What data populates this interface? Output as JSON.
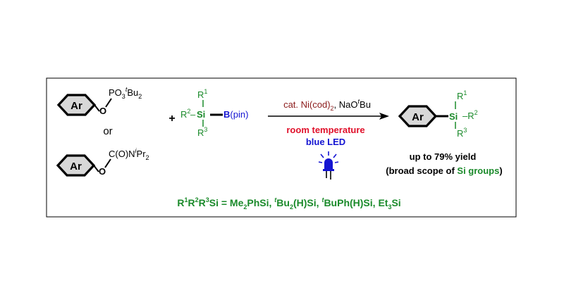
{
  "scheme": {
    "substrate_ring_label": "Ar",
    "phosphate_oxygen": "O",
    "phosphate_group": {
      "base": "PO",
      "sub3": "3",
      "sup_t": "t",
      "bu": "Bu",
      "sub2": "2"
    },
    "or_label": "or",
    "carbamate_oxygen": "O",
    "carbamate_group": {
      "base": "C(O)N",
      "sup_i": "i",
      "pr": "Pr",
      "sub2": "2"
    },
    "plus_sign": "+",
    "silylborane": {
      "r1": "R",
      "r1_sup": "1",
      "r2": "R",
      "r2_sup": "2",
      "r3": "R",
      "r3_sup": "3",
      "si": "Si",
      "dash": "–",
      "b": "B",
      "pin": "(pin)"
    },
    "conditions": {
      "catalyst_prefix": "cat. Ni(cod)",
      "catalyst_sub": "2",
      "base_text": ", NaO",
      "base_sup": "t",
      "base_bu": "Bu",
      "temperature": "room temperature",
      "light": "blue LED"
    },
    "product": {
      "ring_label": "Ar",
      "si": "Si",
      "r1": "R",
      "r1_sup": "1",
      "r2": "–R",
      "r2_sup": "2",
      "r3": "R",
      "r3_sup": "3"
    },
    "yield_text": "up to 79% yield",
    "scope_prefix": "(broad scope of ",
    "scope_si": "Si groups",
    "scope_suffix": ")",
    "footer": {
      "lhs_r1": "R",
      "s1": "1",
      "lhs_r2": "R",
      "s2": "2",
      "lhs_r3": "R",
      "s3": "3",
      "lhs_si": "Si = ",
      "g1": "Me",
      "g1_sub": "2",
      "g1_tail": "PhSi, ",
      "g2_t": "t",
      "g2": "Bu",
      "g2_sub": "2",
      "g2_tail": "(H)Si, ",
      "g3_t": "t",
      "g3": "BuPh(H)Si, ",
      "g4": "Et",
      "g4_sub": "3",
      "g4_tail": "Si"
    },
    "colors": {
      "silicon_green": "#1a8a2a",
      "boron_blue": "#1414d2",
      "catalyst_red": "#8b1a1a",
      "temperature_red": "#e0102a",
      "led_blue": "#1414d2",
      "ring_fill": "#d8d8d8",
      "black": "#000000"
    }
  }
}
